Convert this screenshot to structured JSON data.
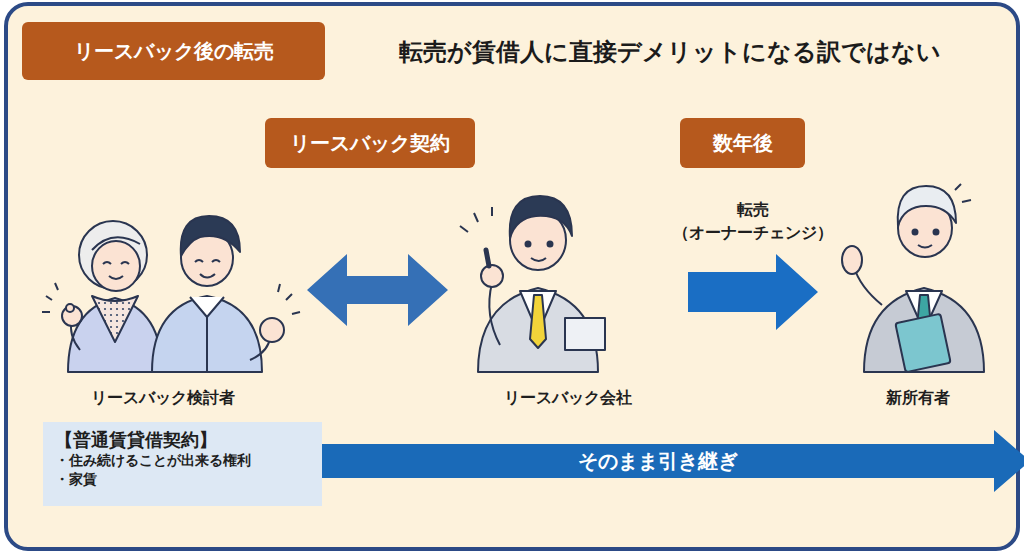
{
  "diagram": {
    "title": "転売が賃借人に直接デメリットになる訳ではない",
    "nodes": [
      {
        "text": [
          "リースバック後の転売"
        ]
      },
      {
        "text": [
          "リースバック契約"
        ]
      },
      {
        "text": [
          "数年後"
        ]
      },
      {
        "text": [
          "リースバック検討者"
        ]
      },
      {
        "text": [
          "リースバック会社"
        ]
      },
      {
        "text": [
          "新所有者"
        ]
      },
      {
        "text": [
          "【普通賃貸借契約】",
          "・住み続けることが出来る権利",
          "・家賃"
        ]
      },
      {
        "text": [
          "そのまま引き継ぎ"
        ]
      }
    ],
    "edges": [
      {
        "from": 3,
        "to": 4,
        "arrow": "both"
      },
      {
        "from": 4,
        "to": 5,
        "arrow": "to",
        "label": "転売 （オーナーチェンジ）"
      }
    ]
  }
}
